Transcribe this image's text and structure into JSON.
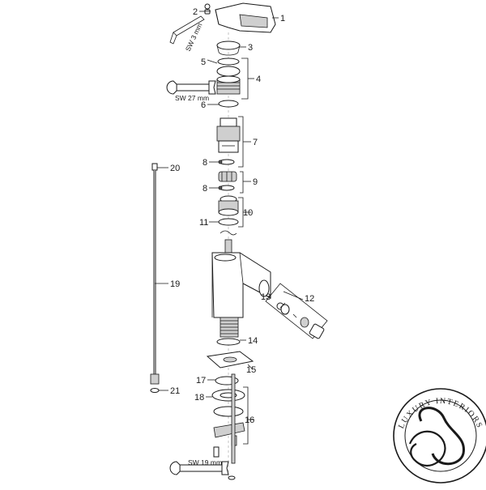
{
  "callouts": {
    "p1": "1",
    "p2": "2",
    "p3": "3",
    "p4": "4",
    "p5": "5",
    "p6": "6",
    "p7": "7",
    "p8a": "8",
    "p8b": "8",
    "p9": "9",
    "p10": "10",
    "p11": "11",
    "p12": "12",
    "p13": "13",
    "p14": "14",
    "p15": "15",
    "p16": "16",
    "p17": "17",
    "p18": "18",
    "p19": "19",
    "p20": "20",
    "p21": "21"
  },
  "tools": {
    "sw3": "SW 3 mm",
    "sw27": "SW 27 mm",
    "sw19": "SW 19 mm"
  },
  "logo": {
    "ring_text": "LUXURY INTERIORS"
  }
}
